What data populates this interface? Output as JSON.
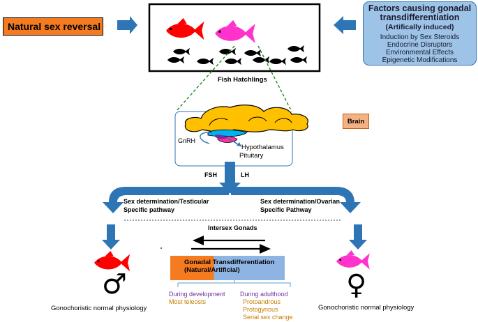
{
  "natural_box": {
    "label": "Natural sex reversal"
  },
  "factors_box": {
    "title": "Factors causing gonadal transdifferentiation",
    "subtitle": "(Artifically induced)",
    "items": [
      "Induction by Sex Steroids",
      "Endocrine Disruptors",
      "Environmental Effects",
      "Epigenetic Modifications"
    ]
  },
  "hatchlings_label": "Fish Hatchlings",
  "brain_label": "Brain",
  "gnrh_label": "GnRH",
  "hypothalamus_label": "Hypothalamus",
  "pituitary_label": "Pituitary",
  "fsh_label": "FSH",
  "lh_label": "LH",
  "left_pathway": {
    "line1": "Sex determination/Testicular",
    "line2": "Specific pathway"
  },
  "right_pathway": {
    "line1": "Sex determination/Ovarian",
    "line2": "Specific Pathway"
  },
  "intersex_label": "Intersex Gonads",
  "transdiff_box": {
    "line1": "Gonadal Transdifferentiation",
    "line2": "(Natural/Artificial)"
  },
  "development": {
    "title": "During development",
    "item": "Most teleosts"
  },
  "adulthood": {
    "title": "During adulthood",
    "items": [
      "Protoandrous",
      "Protogynous",
      "Serial sex change"
    ]
  },
  "male_label": "Gonochoristic normal physiology",
  "female_label": "Gonochoristic normal physiology",
  "male_symbol": "♂",
  "female_symbol": "♀",
  "colors": {
    "arrow_blue": "#2e75b6",
    "fish_red": "#ff0000",
    "fish_pink": "#ff33cc",
    "orange": "#f47b20",
    "brain_yellow": "#ffc000",
    "light_blue": "#9dc3e6"
  },
  "icons": [
    "red-fish-icon",
    "pink-fish-icon",
    "black-fish-icon",
    "brain-icon",
    "male-symbol-icon",
    "female-symbol-icon"
  ]
}
